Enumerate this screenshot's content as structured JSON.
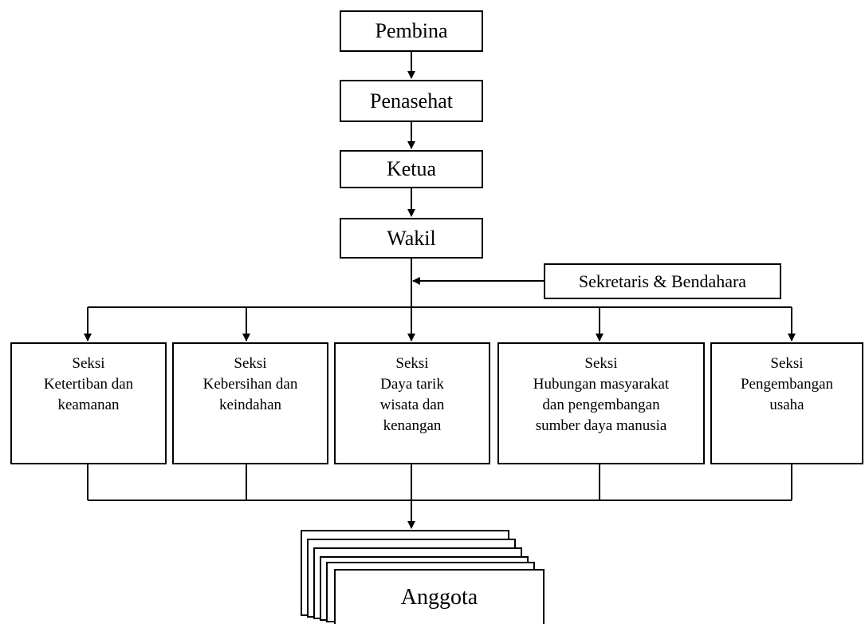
{
  "hierarchy": {
    "pembina": "Pembina",
    "penasehat": "Penasehat",
    "ketua": "Ketua",
    "wakil": "Wakil",
    "sekretaris": "Sekretaris & Bendahara"
  },
  "sections": [
    {
      "line1": "Seksi",
      "line2": "Ketertiban dan",
      "line3": "keamanan",
      "line4": ""
    },
    {
      "line1": "Seksi",
      "line2": "Kebersihan dan",
      "line3": "keindahan",
      "line4": ""
    },
    {
      "line1": "Seksi",
      "line2": "Daya tarik",
      "line3": "wisata dan",
      "line4": "kenangan"
    },
    {
      "line1": "Seksi",
      "line2": "Hubungan masyarakat",
      "line3": "dan pengembangan",
      "line4": "sumber daya manusia"
    },
    {
      "line1": "Seksi",
      "line2": "Pengembangan",
      "line3": "usaha",
      "line4": ""
    }
  ],
  "members": {
    "label": "Anggota"
  }
}
